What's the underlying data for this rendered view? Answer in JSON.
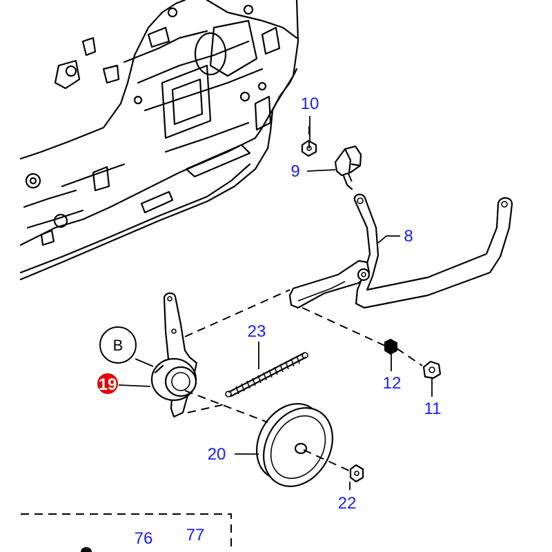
{
  "colors": {
    "part_number": "#1a1aff",
    "highlight": "#e60000",
    "highlight_text": "#ffffff",
    "line": "#000000"
  },
  "labels": {
    "p10": "10",
    "p9": "9",
    "p8": "8",
    "p23": "23",
    "p12": "12",
    "p11": "11",
    "p19": "19",
    "p20": "20",
    "p22": "22",
    "p76": "76",
    "p77": "77",
    "ref_b": "B"
  }
}
